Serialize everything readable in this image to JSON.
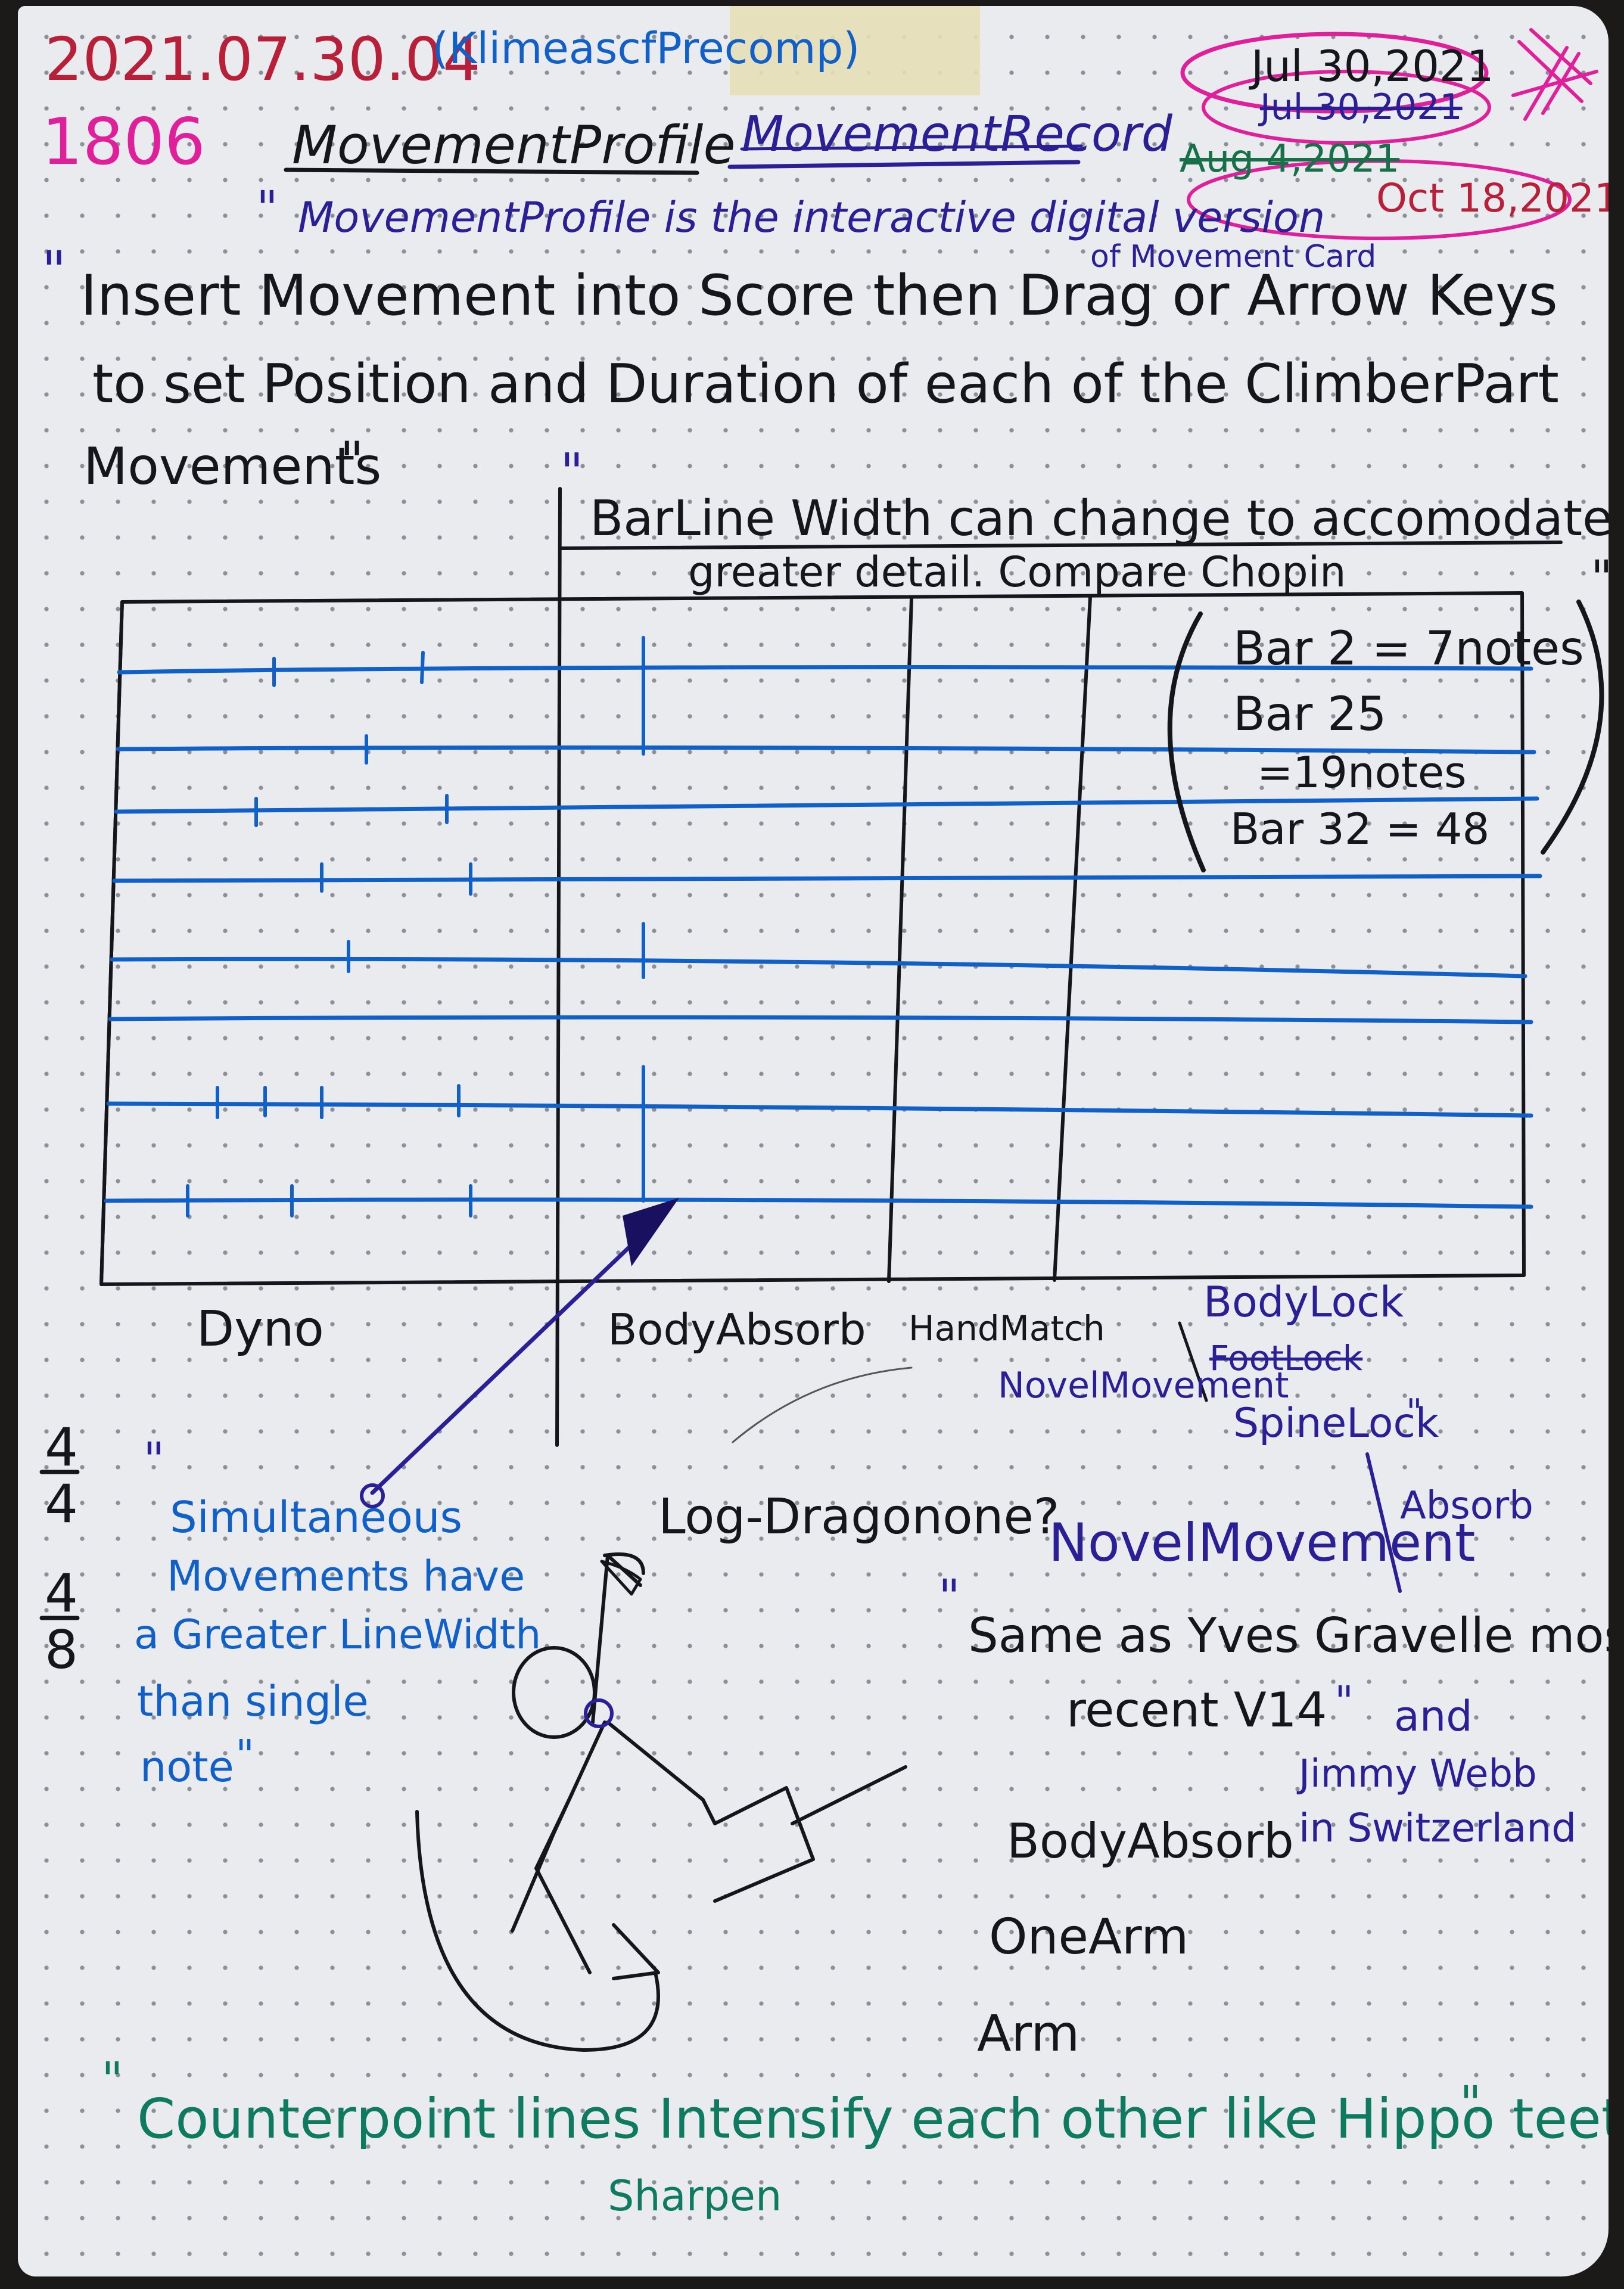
{
  "header": {
    "stamp": "2021.07.30.04",
    "ref": "(KlimeascfPrecomp)",
    "page_no": "1806",
    "title_left": "MovementProfile",
    "title_right": "MovementRecord",
    "dates": [
      "Jul 30,2021",
      "Jul 30,2021",
      "Aug 4,2021",
      "Oct 18,2021"
    ]
  },
  "notes": {
    "def": "MovementProfile is the interactive digital version",
    "def_2": "of Movement Card",
    "insert_1": "Insert Movement into Score then Drag or Arrow Keys",
    "insert_2": "to set Position and Duration of each of the ClimberPart",
    "insert_3": "Movements",
    "barline_1": "BarLine Width can change to accomodate",
    "barline_2": "greater detail. Compare Chopin",
    "chopin": [
      "Bar 2 = 7notes",
      "Bar 25",
      "=19notes",
      "Bar 32 = 48"
    ]
  },
  "score": {
    "columns": [
      "Dyno",
      "BodyAbsorb",
      "HandMatch",
      "BodyLock"
    ],
    "novel": "NovelMovement",
    "column_4_extra": [
      "FootLock",
      "SpineLock"
    ]
  },
  "time_signatures": [
    [
      "4",
      "4"
    ],
    [
      "4",
      "8"
    ]
  ],
  "lower": {
    "simul": [
      "Simultaneous",
      "Movements have",
      "a Greater LineWidth",
      "than single",
      "note"
    ],
    "log": "Log-Dragonone?",
    "novel_big": "NovelMovement",
    "absorb": "Absorb",
    "same_1": "Same as Yves Gravelle most",
    "same_2": "recent V14",
    "same_and": "and",
    "same_3": "Jimmy Webb",
    "same_4": "in Switzerland",
    "moves": [
      "BodyAbsorb",
      "OneArm",
      "Arm"
    ],
    "counterpoint": "Counterpoint lines Intensify each other like Hippo teeth",
    "sharpen": "Sharpen"
  },
  "colors": {
    "black_ink": "#15151c",
    "navy_ink": "#2a1f95",
    "blue_ink": "#1060c8",
    "green_ink": "#0e7a60",
    "red_ink": "#b8203a",
    "pink_ink": "#e0209a",
    "paper": "#e9ebee"
  }
}
